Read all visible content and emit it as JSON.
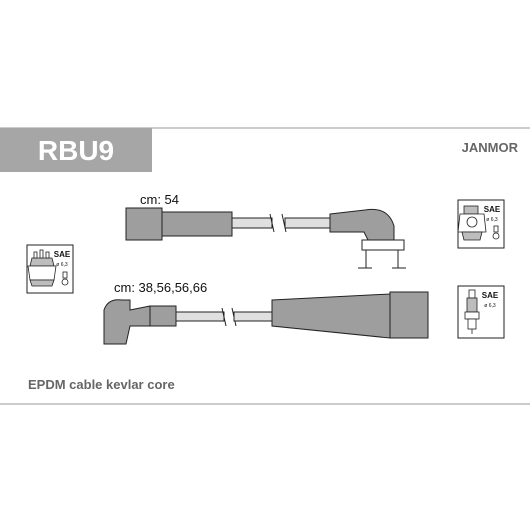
{
  "header": {
    "code": "RBU9",
    "brand": "JANMOR"
  },
  "cables": [
    {
      "length_label": "cm: 54"
    },
    {
      "length_label": "cm: 38,56,56,66"
    }
  ],
  "badges": {
    "distributor_left": {
      "standard": "SAE",
      "diameter": "ø 6,3"
    },
    "distributor_right": {
      "standard": "SAE",
      "diameter": "ø 6,3"
    },
    "spark_plug": {
      "standard": "SAE",
      "diameter": "ø 6,3"
    }
  },
  "footer": {
    "description": "EPDM cable kevlar core"
  },
  "colors": {
    "header_band": "#a6a6a6",
    "header_text": "#ffffff",
    "brand_text": "#666666",
    "cable_fill": "#9e9e9e",
    "cable_light": "#e0e0e0",
    "line": "#222222",
    "rule": "#999999"
  }
}
